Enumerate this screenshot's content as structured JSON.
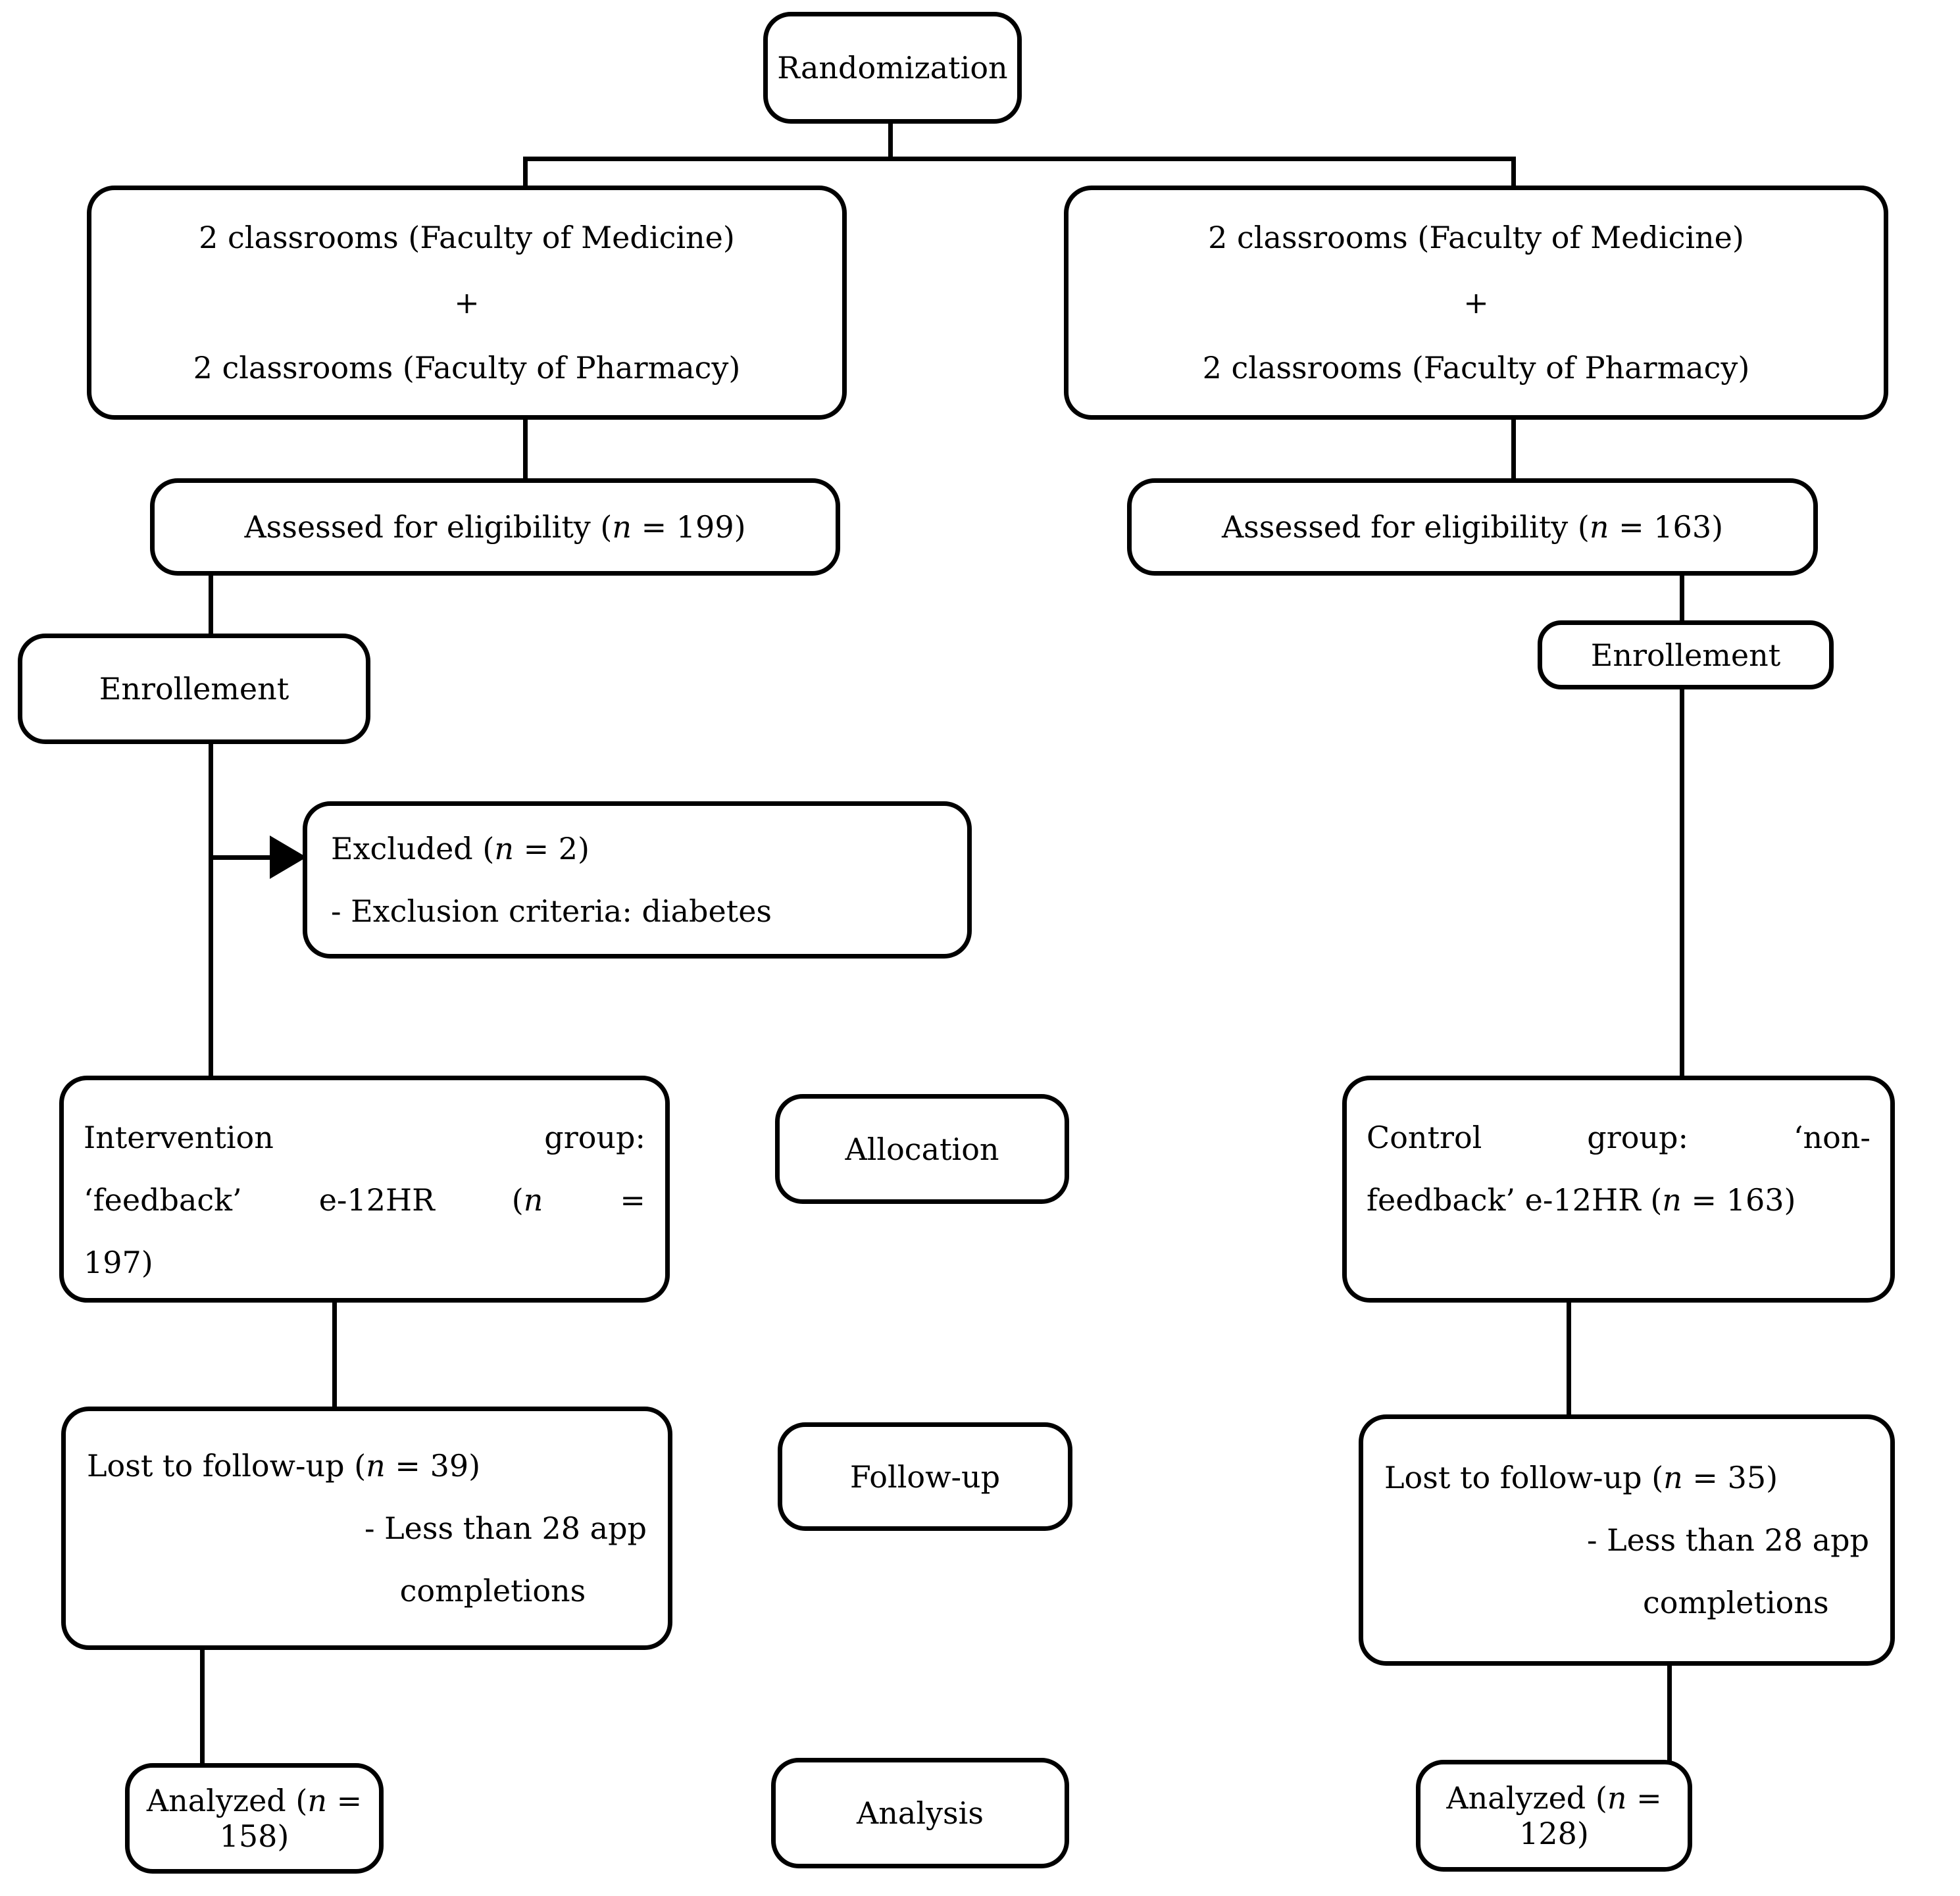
{
  "diagram": {
    "randomization_label": "Randomization",
    "branch": {
      "medicine": "2 classrooms (Faculty of Medicine)",
      "plus": "+",
      "pharmacy": "2 classrooms (Faculty of Pharmacy)"
    },
    "assessed_left": {
      "pre": "Assessed for eligibility (",
      "n": "n",
      "post": " = 199)"
    },
    "assessed_right": {
      "pre": "Assessed for eligibility (",
      "n": "n",
      "post": " = 163)"
    },
    "enrollement_label": "Enrollement",
    "excluded": {
      "line1_pre": "Excluded (",
      "n": "n",
      "line1_post": " = 2)",
      "line2": "- Exclusion criteria: diabetes"
    },
    "intervention": {
      "word1": "Intervention",
      "word2": "group:",
      "word3": "‘feedback’",
      "word4": "e-12HR",
      "word5_pre": "(",
      "n": "n",
      "word6": "=",
      "line3": "197)"
    },
    "allocation_label": "Allocation",
    "control": {
      "word1": "Control",
      "word2": "group:",
      "word3": "‘non-",
      "line2_pre": "feedback’ e-12HR (",
      "n": "n",
      "line2_post": " = 163)"
    },
    "lost_left": {
      "line1_pre": "Lost to follow-up (",
      "n": "n",
      "line1_post": " = 39)",
      "line2": "- Less than 28 app",
      "line3": "completions"
    },
    "followup_label": "Follow-up",
    "lost_right": {
      "line1_pre": "Lost to follow-up (",
      "n": "n",
      "line1_post": " = 35)",
      "line2": "- Less than 28 app",
      "line3": "completions"
    },
    "analyzed_left": {
      "pre": "Analyzed (",
      "n": "n",
      "post": " = 158)"
    },
    "analysis_label": "Analysis",
    "analyzed_right": {
      "pre": "Analyzed (",
      "n": "n",
      "post": " = 128)"
    }
  }
}
